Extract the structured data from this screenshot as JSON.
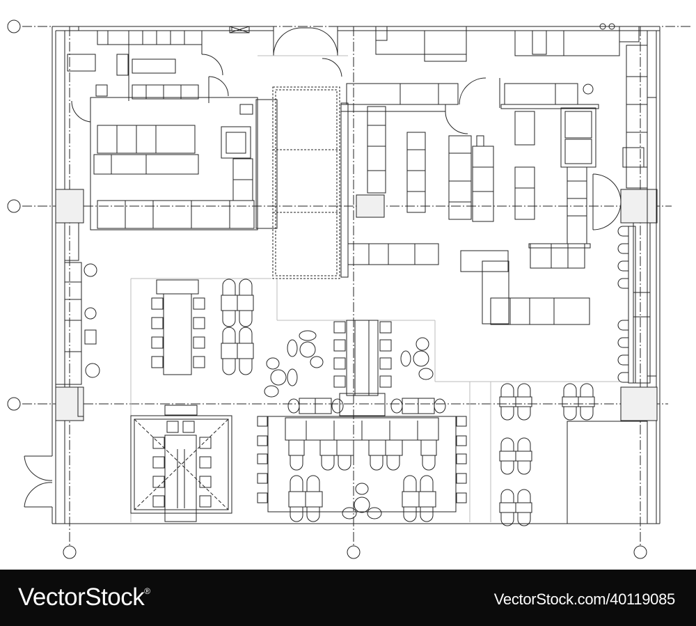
{
  "footer": {
    "brand": "VectorStock",
    "brand_mark": "®",
    "site_and_id": "VectorStock.com/40119085"
  },
  "drawing": {
    "line_color": "#222222",
    "background": "#ffffff",
    "axis_style": "dash-dot"
  }
}
